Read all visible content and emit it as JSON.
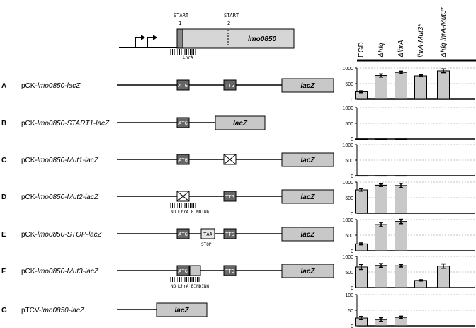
{
  "schematic": {
    "start1_label": "START",
    "start1_num": "1",
    "start2_label": "START",
    "start2_num": "2",
    "gene_label": "lmo0850",
    "lhra_site_label": "LhrA"
  },
  "columns": [
    "EGD",
    "Δhfq",
    "ΔlhrA",
    "lhrA-Mut3*",
    "Δhfq lhrA-Mut3*"
  ],
  "constructs": [
    {
      "letter": "A",
      "prefix": "pCK-",
      "name": "lmo0850-lacZ",
      "lacz": "lacZ",
      "boxes": [
        "ATG",
        "TTG"
      ]
    },
    {
      "letter": "B",
      "prefix": "pCK-",
      "name": "lmo0850-START1-lacZ",
      "lacz": "lacZ",
      "boxes": [
        "ATG"
      ]
    },
    {
      "letter": "C",
      "prefix": "pCK-",
      "name": "lmo0850-Mut1-lacZ",
      "lacz": "lacZ",
      "boxes": [
        "ATG"
      ]
    },
    {
      "letter": "D",
      "prefix": "pCK-",
      "name": "lmo0850-Mut2-lacZ",
      "lacz": "lacZ",
      "boxes": [
        "TTG"
      ],
      "note": "NO LhrA BINDING"
    },
    {
      "letter": "E",
      "prefix": "pCK-",
      "name": "lmo0850-STOP-lacZ",
      "lacz": "lacZ",
      "boxes": [
        "ATG",
        "TAA",
        "TTG"
      ],
      "note": "STOP"
    },
    {
      "letter": "F",
      "prefix": "pCK-",
      "name": "lmo0850-Mut3-lacZ",
      "lacz": "lacZ",
      "boxes": [
        "ATG",
        "TTG"
      ],
      "note": "NO LhrA BINDING"
    },
    {
      "letter": "G",
      "prefix": "pTCV-",
      "name": "lmo0850-lacZ",
      "lacz": "lacZ",
      "boxes": []
    }
  ],
  "chart_data": [
    {
      "type": "bar",
      "row": "A",
      "ylim": [
        0,
        1000
      ],
      "yticks": [
        "1000",
        "500",
        "0"
      ],
      "categories": [
        "EGD",
        "Δhfq",
        "ΔlhrA",
        "lhrA-Mut3*",
        "Δhfq lhrA-Mut3*"
      ],
      "values": [
        240,
        760,
        860,
        750,
        910
      ],
      "errors": [
        30,
        50,
        40,
        30,
        60
      ]
    },
    {
      "type": "bar",
      "row": "B",
      "ylim": [
        0,
        1000
      ],
      "yticks": [
        "1000",
        "500",
        "0"
      ],
      "categories": [
        "EGD",
        "Δhfq",
        "ΔlhrA"
      ],
      "values": [
        5,
        5,
        5
      ],
      "errors": [
        0,
        0,
        0
      ]
    },
    {
      "type": "bar",
      "row": "C",
      "ylim": [
        0,
        1000
      ],
      "yticks": [
        "1000",
        "500",
        "0"
      ],
      "categories": [
        "EGD",
        "Δhfq",
        "ΔlhrA"
      ],
      "values": [
        5,
        5,
        5
      ],
      "errors": [
        0,
        0,
        0
      ]
    },
    {
      "type": "bar",
      "row": "D",
      "ylim": [
        0,
        1000
      ],
      "yticks": [
        "1000",
        "500",
        "0"
      ],
      "categories": [
        "EGD",
        "Δhfq",
        "ΔlhrA"
      ],
      "values": [
        750,
        900,
        890
      ],
      "errors": [
        40,
        40,
        70
      ]
    },
    {
      "type": "bar",
      "row": "E",
      "ylim": [
        0,
        1000
      ],
      "yticks": [
        "1000",
        "500",
        "0"
      ],
      "categories": [
        "EGD",
        "Δhfq",
        "ΔlhrA"
      ],
      "values": [
        220,
        840,
        940
      ],
      "errors": [
        30,
        70,
        70
      ]
    },
    {
      "type": "bar",
      "row": "F",
      "ylim": [
        0,
        1000
      ],
      "yticks": [
        "1000",
        "500",
        "0"
      ],
      "categories": [
        "EGD",
        "Δhfq",
        "ΔlhrA",
        "lhrA-Mut3*",
        "Δhfq lhrA-Mut3*"
      ],
      "values": [
        660,
        710,
        700,
        230,
        690
      ],
      "errors": [
        80,
        60,
        40,
        20,
        70
      ]
    },
    {
      "type": "bar",
      "row": "G",
      "ylim": [
        0,
        100
      ],
      "yticks": [
        "100",
        "50",
        "0"
      ],
      "categories": [
        "EGD",
        "Δhfq",
        "ΔlhrA"
      ],
      "values": [
        25,
        20,
        27
      ],
      "errors": [
        5,
        6,
        4
      ]
    }
  ]
}
